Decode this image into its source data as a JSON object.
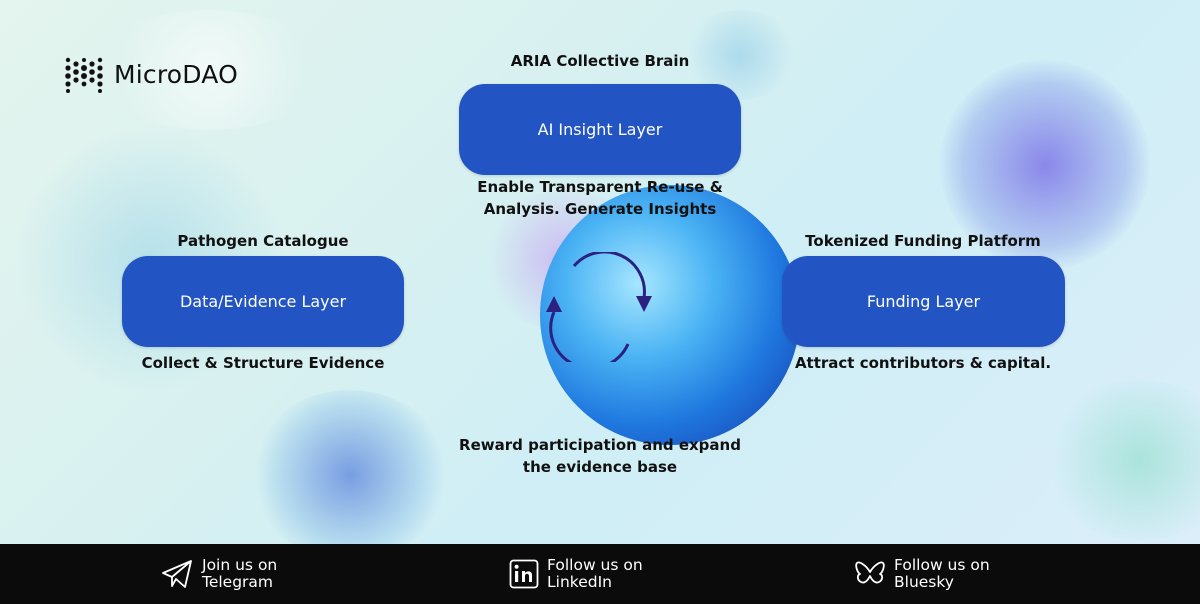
{
  "brand": {
    "name": "MicroDAO"
  },
  "layers": {
    "ai": {
      "title": "ARIA Collective Brain",
      "box_label": "AI Insight Layer",
      "caption": [
        "Enable Transparent Re-use &",
        "Analysis. Generate Insights"
      ]
    },
    "data": {
      "title": "Pathogen Catalogue",
      "box_label": "Data/Evidence Layer",
      "caption": "Collect & Structure Evidence"
    },
    "funding": {
      "title": "Tokenized Funding Platform",
      "box_label": "Funding Layer",
      "caption": "Attract contributors & capital."
    }
  },
  "cycle": {
    "icon": "cycle-arrows-icon",
    "caption": [
      "Reward participation and expand",
      "the evidence base"
    ]
  },
  "colors": {
    "box": "#2254c4",
    "footer": "#0b0b0b",
    "arrow": "#2a2180"
  },
  "footer": {
    "telegram": {
      "line1": "Join us on",
      "line2": "Telegram",
      "icon": "telegram-icon"
    },
    "linkedin": {
      "line1": "Follow us on",
      "line2": "LinkedIn",
      "icon": "linkedin-icon"
    },
    "bluesky": {
      "line1": "Follow us on",
      "line2": "Bluesky",
      "icon": "bluesky-icon"
    }
  }
}
